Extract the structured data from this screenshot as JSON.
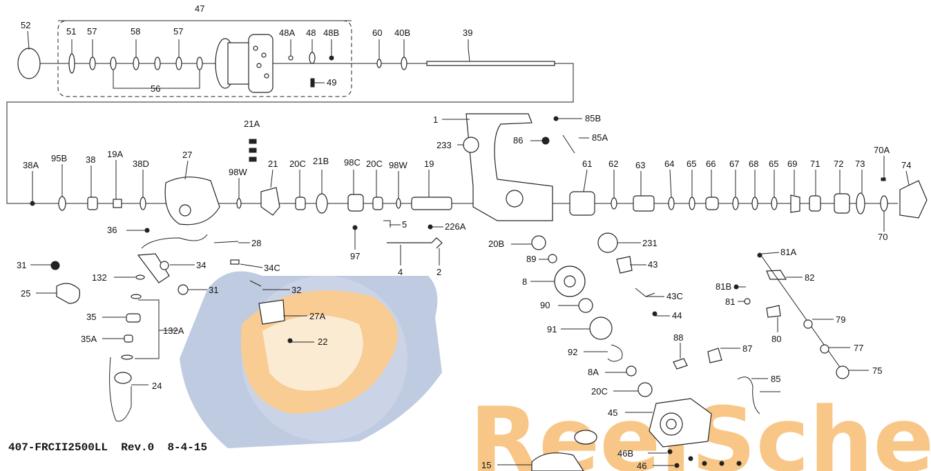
{
  "document_code": "407-FRCII2500LL",
  "revision": "Rev.0",
  "date": "8-4-15",
  "watermark_text": "ReelSche",
  "watermark_colors": {
    "orange": "#F8C787",
    "blue": "#B9C6DE"
  },
  "labels": {
    "p52": "52",
    "p51": "51",
    "p57a": "57",
    "p58": "58",
    "p57b": "57",
    "p47": "47",
    "p56": "56",
    "p48A": "48A",
    "p48": "48",
    "p48B": "48B",
    "p49": "49",
    "p60": "60",
    "p40B": "40B",
    "p39": "39",
    "p1": "1",
    "p233": "233",
    "p85B": "85B",
    "p85A": "85A",
    "p86": "86",
    "p21A": "21A",
    "p38A": "38A",
    "p95B": "95B",
    "p38": "38",
    "p19A": "19A",
    "p38D": "38D",
    "p27": "27",
    "p98W": "98W",
    "p21": "21",
    "p20C": "20C",
    "p21B": "21B",
    "p98C": "98C",
    "p20Cb": "20C",
    "p98Wb": "98W",
    "p19": "19",
    "p61": "61",
    "p62": "62",
    "p63": "63",
    "p64": "64",
    "p65": "65",
    "p66": "66",
    "p67": "67",
    "p68": "68",
    "p65b": "65",
    "p69": "69",
    "p71": "71",
    "p72": "72",
    "p73": "73",
    "p70A": "70A",
    "p74": "74",
    "p70": "70",
    "p36": "36",
    "p5": "5",
    "p226A": "226A",
    "p97": "97",
    "p28": "28",
    "p20B": "20B",
    "p231": "231",
    "p4": "4",
    "p2": "2",
    "p89": "89",
    "p43": "43",
    "p81A": "81A",
    "p31": "31",
    "p34": "34",
    "p34C": "34C",
    "p132": "132",
    "p8": "8",
    "p82": "82",
    "p25": "25",
    "p31b": "31",
    "p32": "32",
    "p43C": "43C",
    "p81B": "81B",
    "p81": "81",
    "p90": "90",
    "p44": "44",
    "p35": "35",
    "p27A": "27A",
    "p79": "79",
    "p91": "91",
    "p132A": "132A",
    "p80": "80",
    "p35A": "35A",
    "p22": "22",
    "p88": "88",
    "p87": "87",
    "p77": "77",
    "p92": "92",
    "p24": "24",
    "p8A": "8A",
    "p75": "75",
    "p85": "85",
    "p20Cc": "20C",
    "p45": "45",
    "p46B": "46B",
    "p46": "46",
    "p15": "15"
  }
}
